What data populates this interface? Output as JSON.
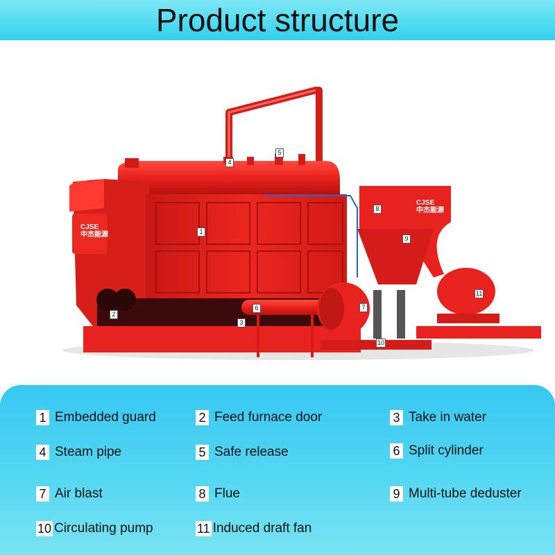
{
  "title": "Product structure",
  "brand": {
    "logo_text": "CJSE",
    "logo_sub": "中杰能源"
  },
  "legend_items": [
    {
      "num": "1",
      "label": "Embedded guard"
    },
    {
      "num": "2",
      "label": "Feed furnace door"
    },
    {
      "num": "3",
      "label": "Take in water"
    },
    {
      "num": "4",
      "label": "Steam pipe"
    },
    {
      "num": "5",
      "label": "Safe release"
    },
    {
      "num": "6",
      "label": "Split cylinder"
    },
    {
      "num": "7",
      "label": "Air blast"
    },
    {
      "num": "8",
      "label": "Flue"
    },
    {
      "num": "9",
      "label": "Multi-tube deduster"
    },
    {
      "num": "10",
      "label": "Circulating pump"
    },
    {
      "num": "11",
      "label": "Induced draft fan"
    }
  ],
  "colors": {
    "boiler_red": "#e8221e",
    "dark_red": "#a5110e",
    "shadow": "#3a0b0a",
    "pipe_blue": "#2a63c9",
    "band_cyan": "#2fd0ec"
  }
}
